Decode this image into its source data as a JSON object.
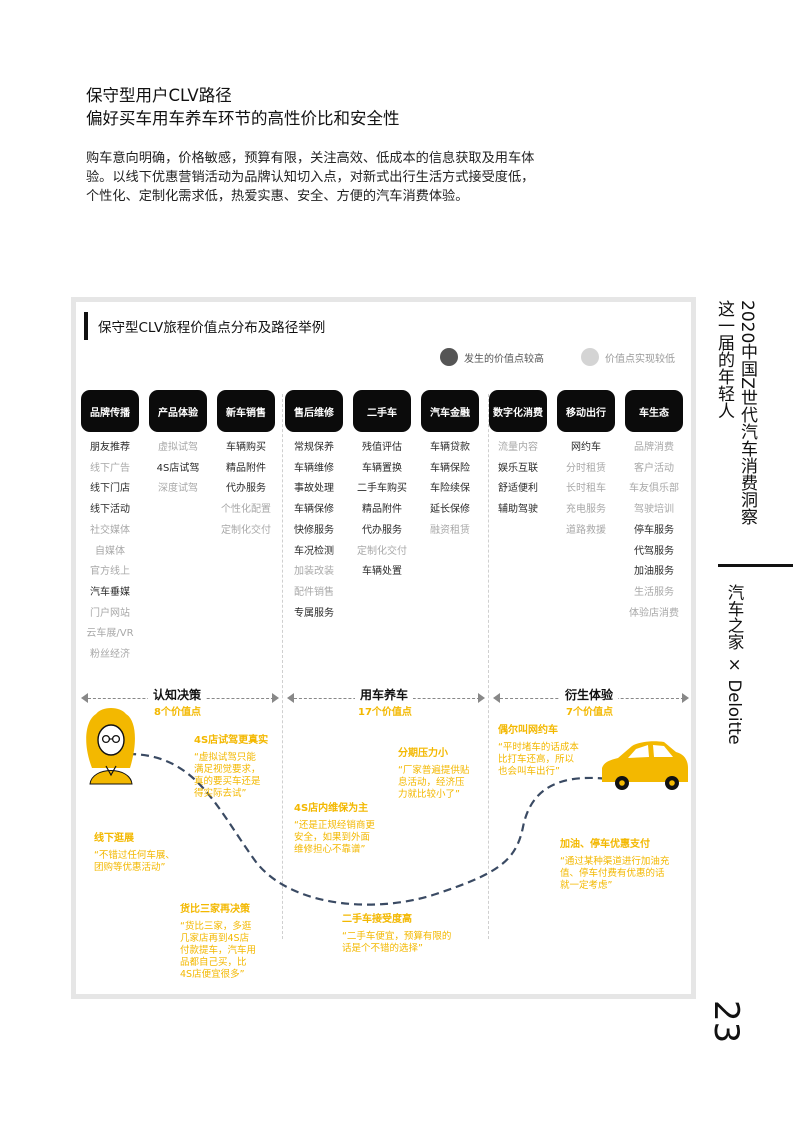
{
  "header": {
    "title_line1": "保守型用户CLV路径",
    "title_line2": "偏好买车用车养车环节的高性价比和安全性"
  },
  "intro": {
    "line1": "购车意向明确，价格敏感，预算有限，关注高效、低成本的信息获取及用车体",
    "line2": "验。以线下优惠营销活动为品牌认知切入点，对新式出行生活方式接受度低，",
    "line3": "个性化、定制化需求低，热爱实惠、安全、方便的汽车消费体验。"
  },
  "card": {
    "title": "保守型CLV旅程价值点分布及路径举例",
    "legend_high": "发生的价值点较高",
    "legend_low": "价值点实现较低"
  },
  "stages": [
    {
      "label": "品牌传播",
      "items": [
        {
          "text": "朋友推荐",
          "level": "high"
        },
        {
          "text": "线下广告",
          "level": "low"
        },
        {
          "text": "线下门店",
          "level": "high"
        },
        {
          "text": "线下活动",
          "level": "high"
        },
        {
          "text": "社交媒体",
          "level": "low"
        },
        {
          "text": "自媒体",
          "level": "low"
        },
        {
          "text": "官方线上",
          "level": "low"
        },
        {
          "text": "汽车垂媒",
          "level": "high"
        },
        {
          "text": "门户网站",
          "level": "low"
        },
        {
          "text": "云车展/VR",
          "level": "low"
        },
        {
          "text": "粉丝经济",
          "level": "low"
        }
      ]
    },
    {
      "label": "产品体验",
      "items": [
        {
          "text": "虚拟试驾",
          "level": "low"
        },
        {
          "text": "4S店试驾",
          "level": "high"
        },
        {
          "text": "深度试驾",
          "level": "low"
        }
      ]
    },
    {
      "label": "新车销售",
      "items": [
        {
          "text": "车辆购买",
          "level": "high"
        },
        {
          "text": "精品附件",
          "level": "high"
        },
        {
          "text": "代办服务",
          "level": "high"
        },
        {
          "text": "个性化配置",
          "level": "low"
        },
        {
          "text": "定制化交付",
          "level": "low"
        }
      ]
    },
    {
      "label": "售后维修",
      "items": [
        {
          "text": "常规保养",
          "level": "high"
        },
        {
          "text": "车辆维修",
          "level": "high"
        },
        {
          "text": "事故处理",
          "level": "high"
        },
        {
          "text": "车辆保修",
          "level": "high"
        },
        {
          "text": "快修服务",
          "level": "high"
        },
        {
          "text": "车况检测",
          "level": "high"
        },
        {
          "text": "加装改装",
          "level": "low"
        },
        {
          "text": "配件销售",
          "level": "low"
        },
        {
          "text": "专属服务",
          "level": "high"
        }
      ]
    },
    {
      "label": "二手车",
      "items": [
        {
          "text": "残值评估",
          "level": "high"
        },
        {
          "text": "车辆置换",
          "level": "high"
        },
        {
          "text": "二手车购买",
          "level": "high"
        },
        {
          "text": "精品附件",
          "level": "high"
        },
        {
          "text": "代办服务",
          "level": "high"
        },
        {
          "text": "定制化交付",
          "level": "low"
        },
        {
          "text": "车辆处置",
          "level": "high"
        }
      ]
    },
    {
      "label": "汽车金融",
      "items": [
        {
          "text": "车辆贷款",
          "level": "high"
        },
        {
          "text": "车辆保险",
          "level": "high"
        },
        {
          "text": "车险续保",
          "level": "high"
        },
        {
          "text": "延长保修",
          "level": "high"
        },
        {
          "text": "融资租赁",
          "level": "low"
        }
      ]
    },
    {
      "label": "数字化消费",
      "items": [
        {
          "text": "流量内容",
          "level": "low"
        },
        {
          "text": "娱乐互联",
          "level": "high"
        },
        {
          "text": "舒适便利",
          "level": "high"
        },
        {
          "text": "辅助驾驶",
          "level": "high"
        }
      ]
    },
    {
      "label": "移动出行",
      "items": [
        {
          "text": "网约车",
          "level": "high"
        },
        {
          "text": "分时租赁",
          "level": "low"
        },
        {
          "text": "长时租车",
          "level": "low"
        },
        {
          "text": "充电服务",
          "level": "low"
        },
        {
          "text": "道路救援",
          "level": "low"
        }
      ]
    },
    {
      "label": "车生态",
      "items": [
        {
          "text": "品牌消费",
          "level": "low"
        },
        {
          "text": "客户活动",
          "level": "low"
        },
        {
          "text": "车友俱乐部",
          "level": "low"
        },
        {
          "text": "驾驶培训",
          "level": "low"
        },
        {
          "text": "停车服务",
          "level": "high"
        },
        {
          "text": "代驾服务",
          "level": "high"
        },
        {
          "text": "加油服务",
          "level": "high"
        },
        {
          "text": "生活服务",
          "level": "low"
        },
        {
          "text": "体验店消费",
          "level": "low"
        }
      ]
    }
  ],
  "ranges": [
    {
      "label": "认知决策",
      "count": "8个价值点"
    },
    {
      "label": "用车养车",
      "count": "17个价值点"
    },
    {
      "label": "衍生体验",
      "count": "7个价值点"
    }
  ],
  "annotations": [
    {
      "title": "4S店试驾更真实",
      "quote": [
        "“虚拟试驾只能",
        "满足视觉要求，",
        "真的要买车还是",
        "得实际去试”"
      ]
    },
    {
      "title": "线下逛展",
      "quote": [
        "“不错过任何车展、",
        "团购等优惠活动”"
      ]
    },
    {
      "title": "货比三家再决策",
      "quote": [
        "“货比三家，多逛",
        "几家店再到4S店",
        "付款提车，汽车用",
        "品都自己买，比",
        "4S店便宜很多”"
      ]
    },
    {
      "title": "4S店内维保为主",
      "quote": [
        "“还是正规经销商更",
        "安全，如果到外面",
        "维修担心不靠谱”"
      ]
    },
    {
      "title": "分期压力小",
      "quote": [
        "“厂家普遍提供贴",
        "息活动，经济压",
        "力就比较小了”"
      ]
    },
    {
      "title": "二手车接受度高",
      "quote": [
        "“二手车便宜，预算有限的",
        "话是个不错的选择”"
      ]
    },
    {
      "title": "偶尔叫网约车",
      "quote": [
        "“平时堵车的话成本",
        "比打车还高，所以",
        "也会叫车出行”"
      ]
    },
    {
      "title": "加油、停车优惠支付",
      "quote": [
        "“通过某种渠道进行加油充",
        "值、停车付费有优惠的话",
        "就一定考虑”"
      ]
    }
  ],
  "sidebar": {
    "subtitle_line1": "这一届的年轻人",
    "subtitle_line2": "2020中国Z世代汽车消费洞察",
    "brand": "汽车之家 × Deloitte",
    "page_number": "23"
  },
  "colors": {
    "accent": "#f3b800",
    "stage_bg": "#0b0b0b",
    "high_dot": "#555555",
    "low_dot": "#d4d4d4"
  },
  "icons": {
    "persona": "person-icon",
    "vehicle": "car-icon"
  }
}
